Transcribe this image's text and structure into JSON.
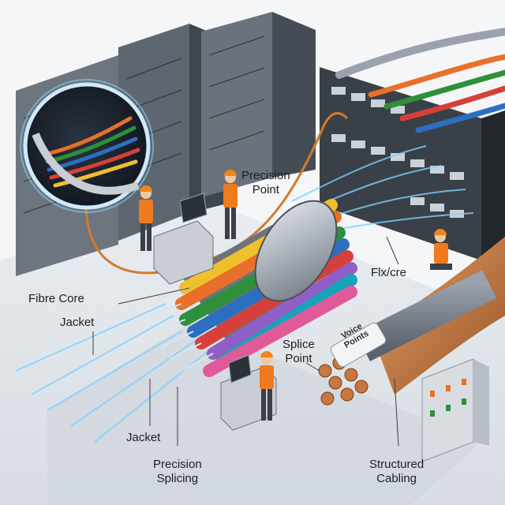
{
  "labels": {
    "precision_point": [
      "Precision",
      "Point"
    ],
    "fibre_core": "Fibre Core",
    "jacket_left": "Jacket",
    "splice_point": [
      "Splice",
      "Point"
    ],
    "flx_cre": "Flx/cre",
    "voice_points": [
      "Voice",
      "Points"
    ],
    "jacket_bottom": "Jacket",
    "precision_splicing": [
      "Precision",
      "Splicing"
    ],
    "structured_cabling": [
      "Structured",
      "Cabling"
    ]
  },
  "palette": {
    "fibre_colors": [
      "#e8702a",
      "#2f8f3a",
      "#2c6fc0",
      "#d6403a",
      "#f0c02c",
      "#8f5fc7",
      "#18a3b8",
      "#e05a9a"
    ],
    "copper": "#c9773f",
    "worker_vest": "#f07a1e",
    "worker_helmet": "#f0861e",
    "glow": "#7fd0ff"
  },
  "icons": [
    "server-rack-icon",
    "patch-panel-icon",
    "worker-icon",
    "splicing-machine-icon",
    "magnifier-lens-icon",
    "laptop-icon"
  ]
}
